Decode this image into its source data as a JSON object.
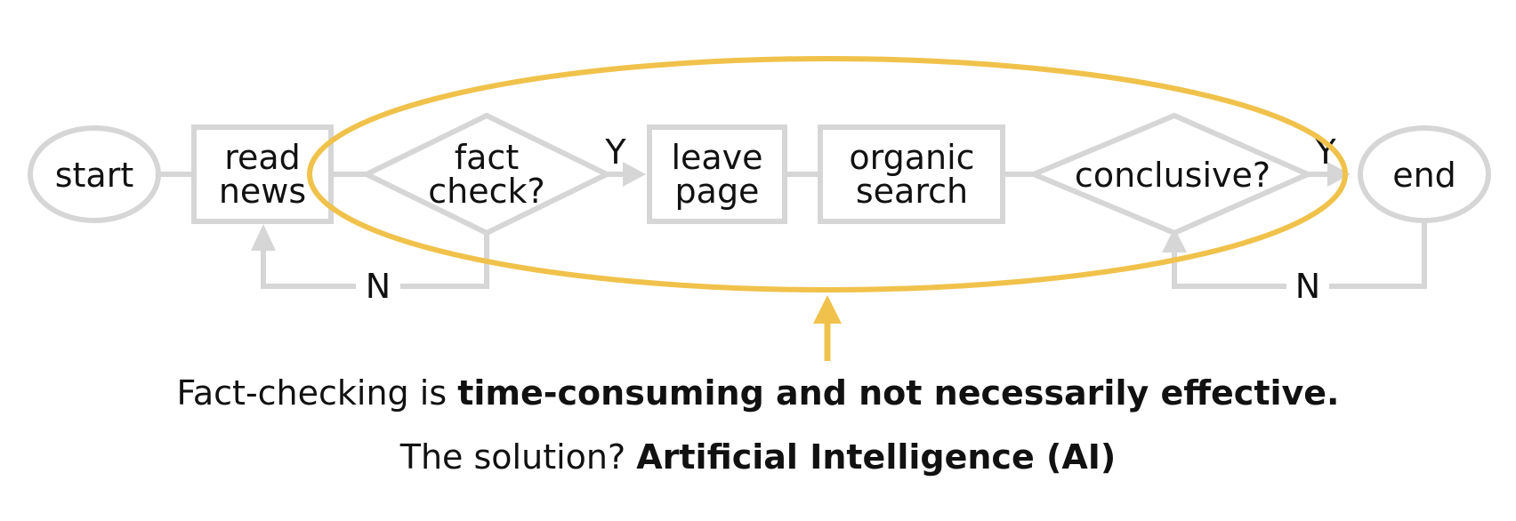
{
  "nodes": {
    "start": "start",
    "read_news": [
      "read",
      "news"
    ],
    "fact_check": [
      "fact",
      "check?"
    ],
    "leave_page": [
      "leave",
      "page"
    ],
    "organic_search": [
      "organic",
      "search"
    ],
    "conclusive": "conclusive?",
    "end": "end"
  },
  "edge_labels": {
    "fact_check_yes": "Y",
    "fact_check_no": "N",
    "conclusive_yes": "Y",
    "conclusive_no": "N"
  },
  "captions": {
    "line1_prefix": "Fact-checking is ",
    "line1_bold": "time-consuming and not necessarily effective.",
    "line2_prefix": "The solution? ",
    "line2_bold": "Artificial Intelligence (AI)"
  },
  "colors": {
    "node_stroke": "#d6d6d6",
    "highlight": "#f0c24b",
    "text": "#111111"
  }
}
